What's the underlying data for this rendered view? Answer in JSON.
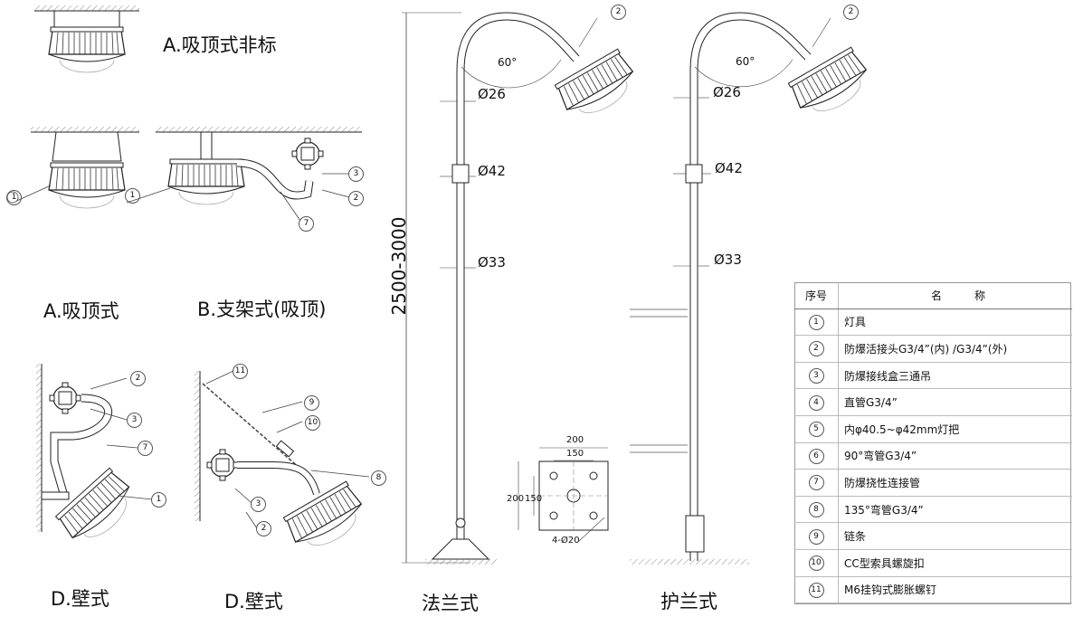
{
  "variant_labels": {
    "a_ceiling_nonstandard": "A.吸顶式非标",
    "a_ceiling": "A.吸顶式",
    "b_bracket": "B.支架式(吸顶)",
    "d_wall_1": "D.壁式",
    "d_wall_2": "D.壁式",
    "flange": "法兰式",
    "hoop": "护兰式"
  },
  "dimensions": {
    "height_range": "2500-3000",
    "angle_left": "60°",
    "angle_right": "60°",
    "dia_26_left": "Ø26",
    "dia_42_left": "Ø42",
    "dia_33_left": "Ø33",
    "dia_26_right": "Ø26",
    "dia_42_right": "Ø42",
    "dia_33_right": "Ø33",
    "flange_200_h": "200",
    "flange_150_h": "150",
    "flange_200_v": "200",
    "flange_150_v": "150",
    "flange_holes": "4-Ø20"
  },
  "callouts": {
    "a_1": "1",
    "b_1": "1",
    "b_3": "3",
    "b_2": "2",
    "b_7": "7",
    "d1_2": "2",
    "d1_3": "3",
    "d1_7": "7",
    "d1_1": "1",
    "d2_11": "11",
    "d2_9": "9",
    "d2_10": "10",
    "d2_8": "8",
    "d2_3": "3",
    "d2_2": "2",
    "pole_l_2": "2",
    "pole_r_2": "2"
  },
  "parts_table": {
    "header_no": "序号",
    "header_name": "名　　　称",
    "rows": [
      {
        "no": "1",
        "name": "灯具"
      },
      {
        "no": "2",
        "name": "防爆活接头G3/4”(内) /G3/4”(外)"
      },
      {
        "no": "3",
        "name": "防爆接线盒三通吊"
      },
      {
        "no": "4",
        "name": "直管G3/4”"
      },
      {
        "no": "5",
        "name": "内φ40.5~φ42mm灯把"
      },
      {
        "no": "6",
        "name": "90°弯管G3/4”"
      },
      {
        "no": "7",
        "name": "防爆挠性连接管"
      },
      {
        "no": "8",
        "name": "135°弯管G3/4”"
      },
      {
        "no": "9",
        "name": "链条"
      },
      {
        "no": "10",
        "name": "CC型索具螺旋扣"
      },
      {
        "no": "11",
        "name": "M6挂钩式膨胀螺钉"
      }
    ]
  }
}
